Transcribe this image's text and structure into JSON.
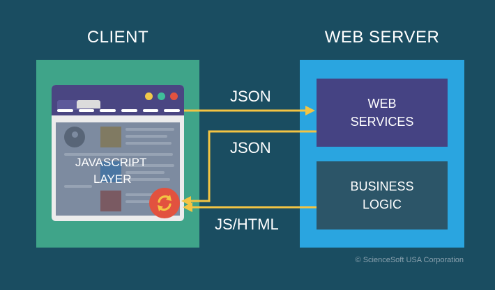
{
  "client": {
    "heading": "CLIENT",
    "layer_label_line1": "JAVASCRIPT",
    "layer_label_line2": "LAYER"
  },
  "server": {
    "heading": "WEB SERVER",
    "web_services_line1": "WEB",
    "web_services_line2": "SERVICES",
    "business_logic_line1": "BUSINESS",
    "business_logic_line2": "LOGIC"
  },
  "flows": [
    {
      "label": "JSON",
      "from": "client",
      "to": "web-services"
    },
    {
      "label": "JSON",
      "from": "web-services",
      "to": "client"
    },
    {
      "label": "JS/HTML",
      "from": "business-logic",
      "to": "client"
    }
  ],
  "footer": {
    "copyright": "© ScienceSoft USA Corporation"
  },
  "colors": {
    "background": "#1a4d61",
    "client": "#3fa489",
    "server": "#2aa5e0",
    "web_services": "#454383",
    "business_logic": "#2c5568",
    "arrow": "#f3c443",
    "sync": "#e2523f"
  },
  "icons": [
    "browser-window-icon",
    "user-avatar-icon",
    "sync-icon"
  ]
}
